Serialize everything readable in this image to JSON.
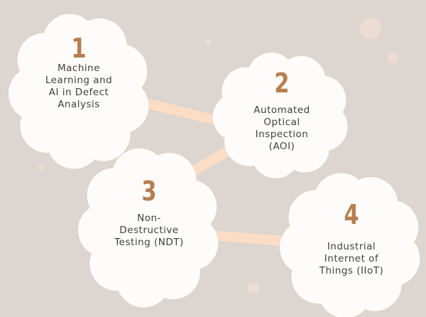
{
  "colors": {
    "background": "#ddd5cf",
    "cloud": "#fefcfa",
    "connector": "#fbdcc5",
    "number": "#b77e4f",
    "text": "#3f3f3f"
  },
  "nodes": [
    {
      "number": "1",
      "label_lines": [
        "Machine",
        "Learning and",
        "AI in Defect",
        "Analysis"
      ]
    },
    {
      "number": "2",
      "label_lines": [
        "Automated",
        "Optical",
        "Inspection",
        "(AOI)"
      ]
    },
    {
      "number": "3",
      "label_lines": [
        "Non-",
        "Destructive",
        "Testing (NDT)"
      ]
    },
    {
      "number": "4",
      "label_lines": [
        "Industrial",
        "Internet of",
        "Things (IIoT)"
      ]
    }
  ]
}
